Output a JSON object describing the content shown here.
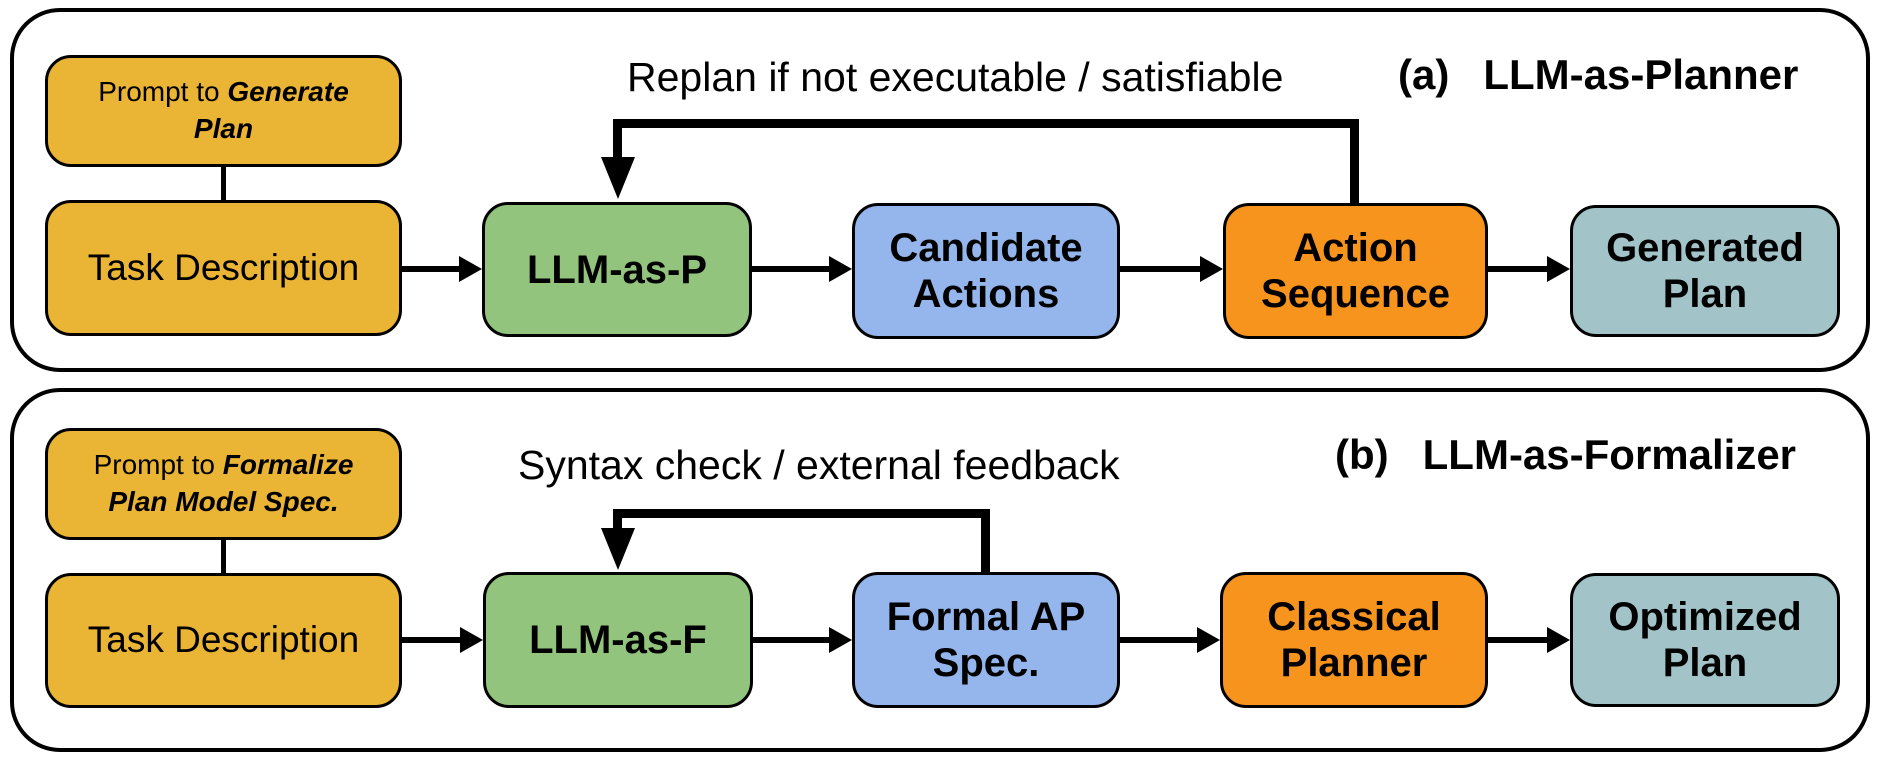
{
  "diagram": {
    "panels": [
      {
        "label": "(a)",
        "title": "LLM-as-Planner",
        "feedback_text": "Replan if not executable / satisfiable",
        "prompt_prefix": "Prompt to ",
        "prompt_emphasis": "Generate Plan",
        "task_box": "Task Description",
        "llm_box": "LLM-as-P",
        "intermediate_box": "Candidate Actions",
        "planner_box": "Action Sequence",
        "output_box": "Generated Plan"
      },
      {
        "label": "(b)",
        "title": "LLM-as-Formalizer",
        "feedback_text": "Syntax check / external feedback",
        "prompt_prefix": "Prompt to ",
        "prompt_emphasis": "Formalize Plan Model Spec.",
        "task_box": "Task Description",
        "llm_box": "LLM-as-F",
        "intermediate_box": "Formal AP Spec.",
        "planner_box": "Classical Planner",
        "output_box": "Optimized Plan"
      }
    ],
    "colors": {
      "gold": "#EAB434",
      "green": "#93C47D",
      "blue": "#95B6EC",
      "orange": "#F7941D",
      "teal": "#A2C4C9",
      "line": "#000000",
      "background": "#FFFFFF"
    }
  }
}
